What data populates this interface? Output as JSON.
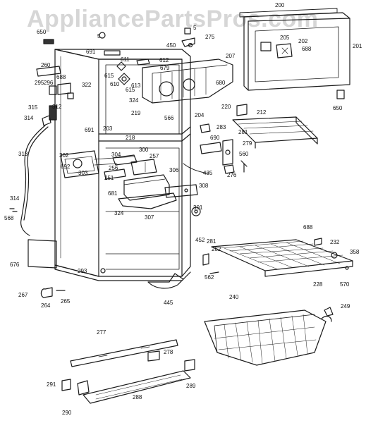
{
  "watermark": "AppliancePartsPros.com",
  "colors": {
    "line": "#1a1a1a",
    "shade": "#8a8a8a",
    "watermark": "#d6d6d6"
  },
  "callouts": [
    {
      "id": "c200",
      "label": "200"
    },
    {
      "id": "c650a",
      "label": "650"
    },
    {
      "id": "c5",
      "label": "5"
    },
    {
      "id": "c5b",
      "label": "5"
    },
    {
      "id": "c275",
      "label": "275"
    },
    {
      "id": "c205",
      "label": "205"
    },
    {
      "id": "c202",
      "label": "202"
    },
    {
      "id": "c688a",
      "label": "688"
    },
    {
      "id": "c201",
      "label": "201"
    },
    {
      "id": "c450",
      "label": "450"
    },
    {
      "id": "c691a",
      "label": "691"
    },
    {
      "id": "c612",
      "label": "612"
    },
    {
      "id": "c679",
      "label": "679"
    },
    {
      "id": "c207",
      "label": "207"
    },
    {
      "id": "c611",
      "label": "611"
    },
    {
      "id": "c260",
      "label": "260"
    },
    {
      "id": "c688b",
      "label": "688"
    },
    {
      "id": "c295",
      "label": "295"
    },
    {
      "id": "c296",
      "label": "296"
    },
    {
      "id": "c615a",
      "label": "615"
    },
    {
      "id": "c610",
      "label": "610"
    },
    {
      "id": "c615b",
      "label": "615"
    },
    {
      "id": "c613",
      "label": "613"
    },
    {
      "id": "c680",
      "label": "680"
    },
    {
      "id": "c322",
      "label": "322"
    },
    {
      "id": "c324a",
      "label": "324"
    },
    {
      "id": "c650b",
      "label": "650"
    },
    {
      "id": "c315",
      "label": "315"
    },
    {
      "id": "c312",
      "label": "312"
    },
    {
      "id": "c220",
      "label": "220"
    },
    {
      "id": "c212",
      "label": "212"
    },
    {
      "id": "c314a",
      "label": "314"
    },
    {
      "id": "c219",
      "label": "219"
    },
    {
      "id": "c566",
      "label": "566"
    },
    {
      "id": "c204",
      "label": "204"
    },
    {
      "id": "c203",
      "label": "203"
    },
    {
      "id": "c283",
      "label": "283"
    },
    {
      "id": "c281a",
      "label": "281"
    },
    {
      "id": "c691b",
      "label": "691"
    },
    {
      "id": "c690",
      "label": "690"
    },
    {
      "id": "c279",
      "label": "279"
    },
    {
      "id": "c313",
      "label": "313"
    },
    {
      "id": "c218",
      "label": "218"
    },
    {
      "id": "c300",
      "label": "300"
    },
    {
      "id": "c560",
      "label": "560"
    },
    {
      "id": "c302",
      "label": "302"
    },
    {
      "id": "c304",
      "label": "304"
    },
    {
      "id": "c257",
      "label": "257"
    },
    {
      "id": "c276",
      "label": "276"
    },
    {
      "id": "c692",
      "label": "692"
    },
    {
      "id": "c256",
      "label": "256"
    },
    {
      "id": "c303",
      "label": "303"
    },
    {
      "id": "c306",
      "label": "306"
    },
    {
      "id": "c435",
      "label": "435"
    },
    {
      "id": "c251",
      "label": "251"
    },
    {
      "id": "c308",
      "label": "308"
    },
    {
      "id": "c314b",
      "label": "314"
    },
    {
      "id": "c681",
      "label": "681"
    },
    {
      "id": "c568",
      "label": "568"
    },
    {
      "id": "c301",
      "label": "301"
    },
    {
      "id": "c307",
      "label": "307"
    },
    {
      "id": "c324b",
      "label": "324"
    },
    {
      "id": "c688c",
      "label": "688"
    },
    {
      "id": "c232",
      "label": "232"
    },
    {
      "id": "c452",
      "label": "452"
    },
    {
      "id": "c281b",
      "label": "281"
    },
    {
      "id": "c282",
      "label": "282"
    },
    {
      "id": "c358",
      "label": "358"
    },
    {
      "id": "c676",
      "label": "676"
    },
    {
      "id": "c293",
      "label": "293"
    },
    {
      "id": "c562",
      "label": "562"
    },
    {
      "id": "c228",
      "label": "228"
    },
    {
      "id": "c570",
      "label": "570"
    },
    {
      "id": "c267",
      "label": "267"
    },
    {
      "id": "c445",
      "label": "445"
    },
    {
      "id": "c264",
      "label": "264"
    },
    {
      "id": "c265",
      "label": "265"
    },
    {
      "id": "c240",
      "label": "240"
    },
    {
      "id": "c249",
      "label": "249"
    },
    {
      "id": "c277",
      "label": "277"
    },
    {
      "id": "c278",
      "label": "278"
    },
    {
      "id": "c289",
      "label": "289"
    },
    {
      "id": "c288",
      "label": "288"
    },
    {
      "id": "c291",
      "label": "291"
    },
    {
      "id": "c290",
      "label": "290"
    }
  ]
}
